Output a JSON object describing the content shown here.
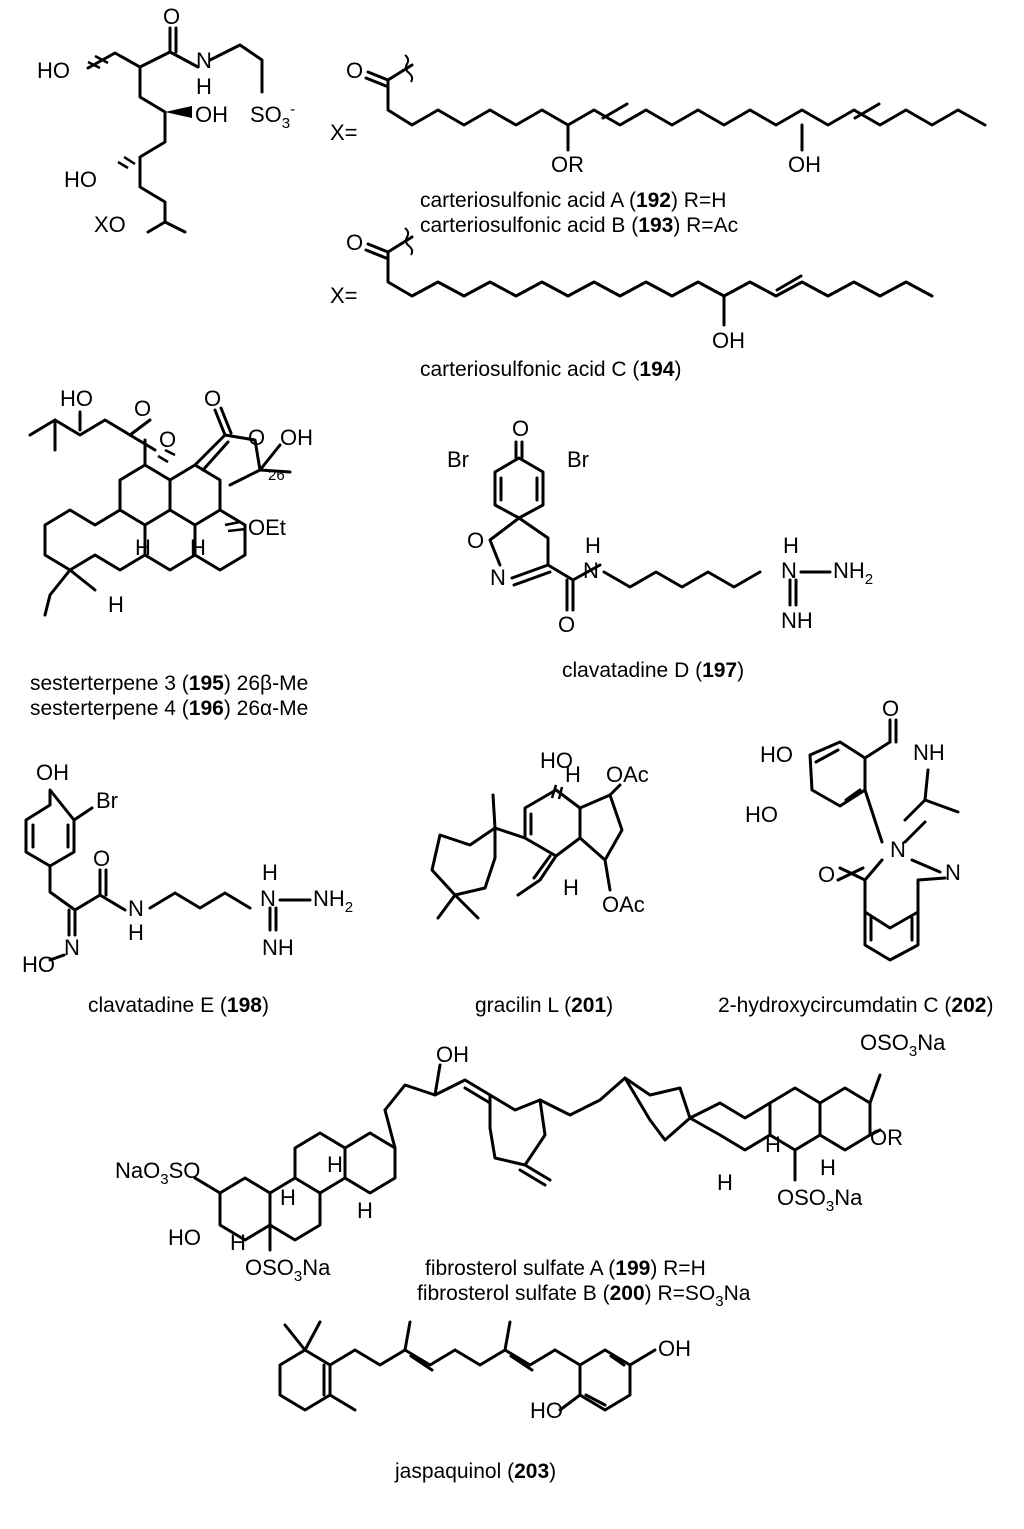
{
  "atoms": {
    "ho": "HO",
    "oh": "OH",
    "o": "O",
    "n": "N",
    "h": "H",
    "nh": "NH",
    "nh2": "NH",
    "nh2_sub": "2",
    "so3": "SO",
    "so3_sub": "3",
    "so3_sup": "-",
    "xo": "XO",
    "x_eq": "X=",
    "or": "OR",
    "oet": "OEt",
    "br": "Br",
    "oac": "OAc",
    "num26": "26",
    "oso3na_pre": "OSO",
    "oso3na_sub": "3",
    "oso3na_post": "Na",
    "nao3so_pre": "NaO",
    "nao3so_sub": "3",
    "nao3so_post": "SO"
  },
  "compounds": [
    {
      "id": "c192",
      "name": "carteriosulfonic acid A (",
      "number": "192",
      "suffix": ") R=H"
    },
    {
      "id": "c193",
      "name": "carteriosulfonic acid B (",
      "number": "193",
      "suffix": ") R=Ac"
    },
    {
      "id": "c194",
      "name": "carteriosulfonic acid C (",
      "number": "194",
      "suffix": ")"
    },
    {
      "id": "c195",
      "name": "sesterterpene 3 (",
      "number": "195",
      "suffix": ") 26β-Me"
    },
    {
      "id": "c196",
      "name": "sesterterpene 4 (",
      "number": "196",
      "suffix": ") 26α-Me"
    },
    {
      "id": "c197",
      "name": "clavatadine D (",
      "number": "197",
      "suffix": ")"
    },
    {
      "id": "c198",
      "name": "clavatadine E (",
      "number": "198",
      "suffix": ")"
    },
    {
      "id": "c201",
      "name": "gracilin L (",
      "number": "201",
      "suffix": ")"
    },
    {
      "id": "c202",
      "name": "2-hydroxycircumdatin C (",
      "number": "202",
      "suffix": ")"
    },
    {
      "id": "c199",
      "name": "fibrosterol sulfate A (",
      "number": "199",
      "suffix": ") R=H"
    },
    {
      "id": "c200",
      "name": "fibrosterol sulfate B (",
      "number": "200",
      "suffix": ") R=SO"
    },
    {
      "id": "c200b",
      "suffix_sub": "3",
      "suffix_post": "Na"
    },
    {
      "id": "c203",
      "name": "jaspaquinol (",
      "number": "203",
      "suffix": ")"
    }
  ]
}
